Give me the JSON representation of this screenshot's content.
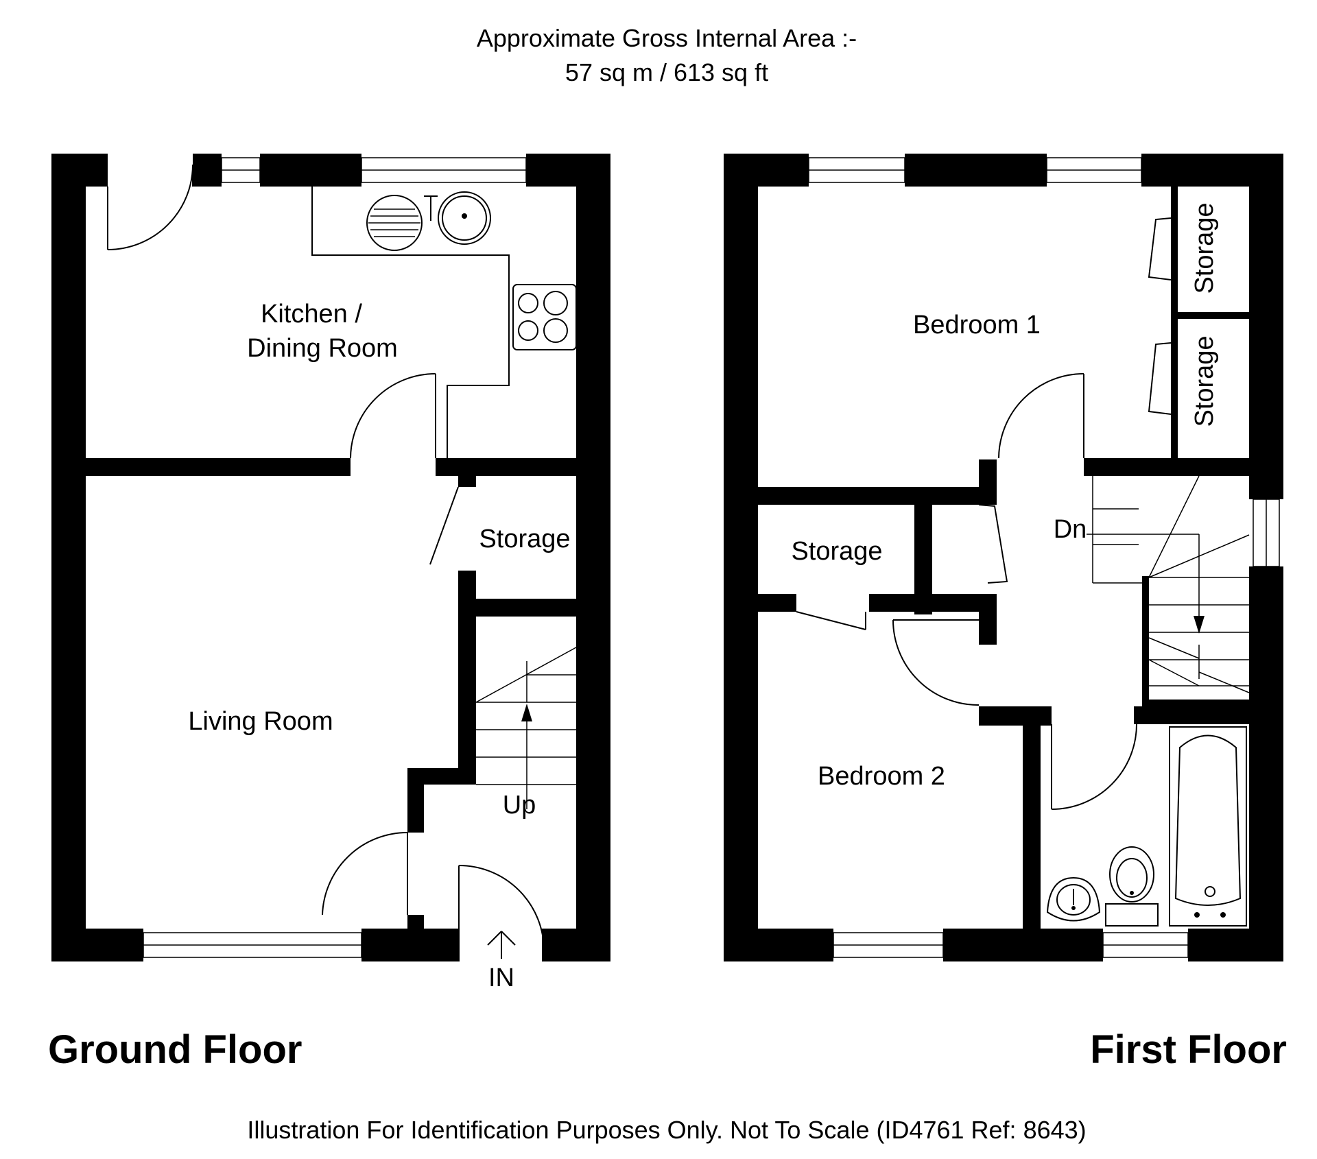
{
  "header": {
    "area_label": "Approximate Gross Internal Area :-",
    "area_value": "57 sq m / 613 sq ft"
  },
  "ground_floor": {
    "label": "Ground Floor",
    "rooms": {
      "kitchen_line1": "Kitchen /",
      "kitchen_line2": "Dining Room",
      "living": "Living Room",
      "storage": "Storage"
    },
    "stairs_label": "Up",
    "entrance_label": "IN"
  },
  "first_floor": {
    "label": "First Floor",
    "rooms": {
      "bedroom1": "Bedroom 1",
      "bedroom2": "Bedroom 2",
      "storage_left": "Storage",
      "storage_top": "Storage",
      "storage_mid": "Storage"
    },
    "stairs_label": "Dn"
  },
  "footer": {
    "disclaimer": "Illustration For Identification Purposes Only. Not To Scale (ID4761 Ref: 8643)"
  }
}
